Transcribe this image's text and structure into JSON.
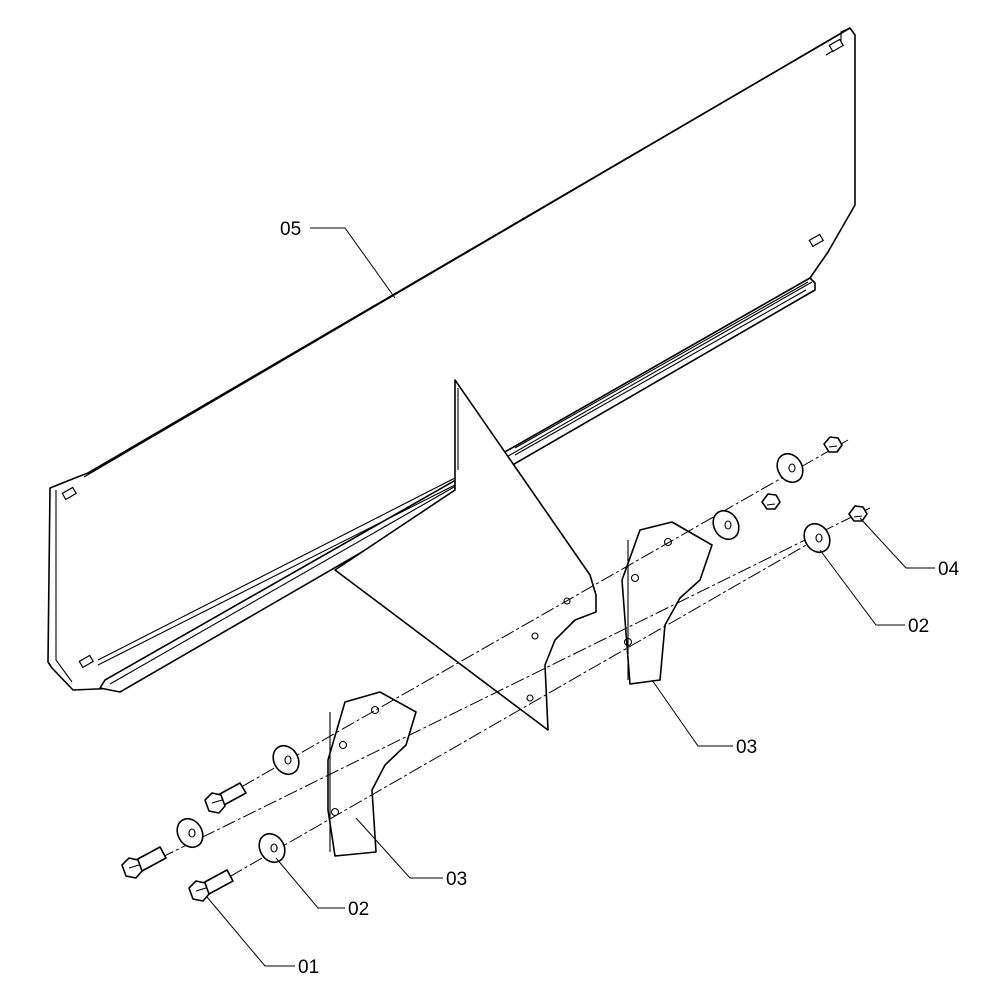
{
  "diagram": {
    "callouts": [
      {
        "id": "01",
        "label": "01",
        "part": "bolt"
      },
      {
        "id": "02",
        "label": "02",
        "part": "washer"
      },
      {
        "id": "03",
        "label": "03",
        "part": "curved-plate"
      },
      {
        "id": "04",
        "label": "04",
        "part": "nut"
      },
      {
        "id": "05",
        "label": "05",
        "part": "main-panel"
      }
    ]
  }
}
